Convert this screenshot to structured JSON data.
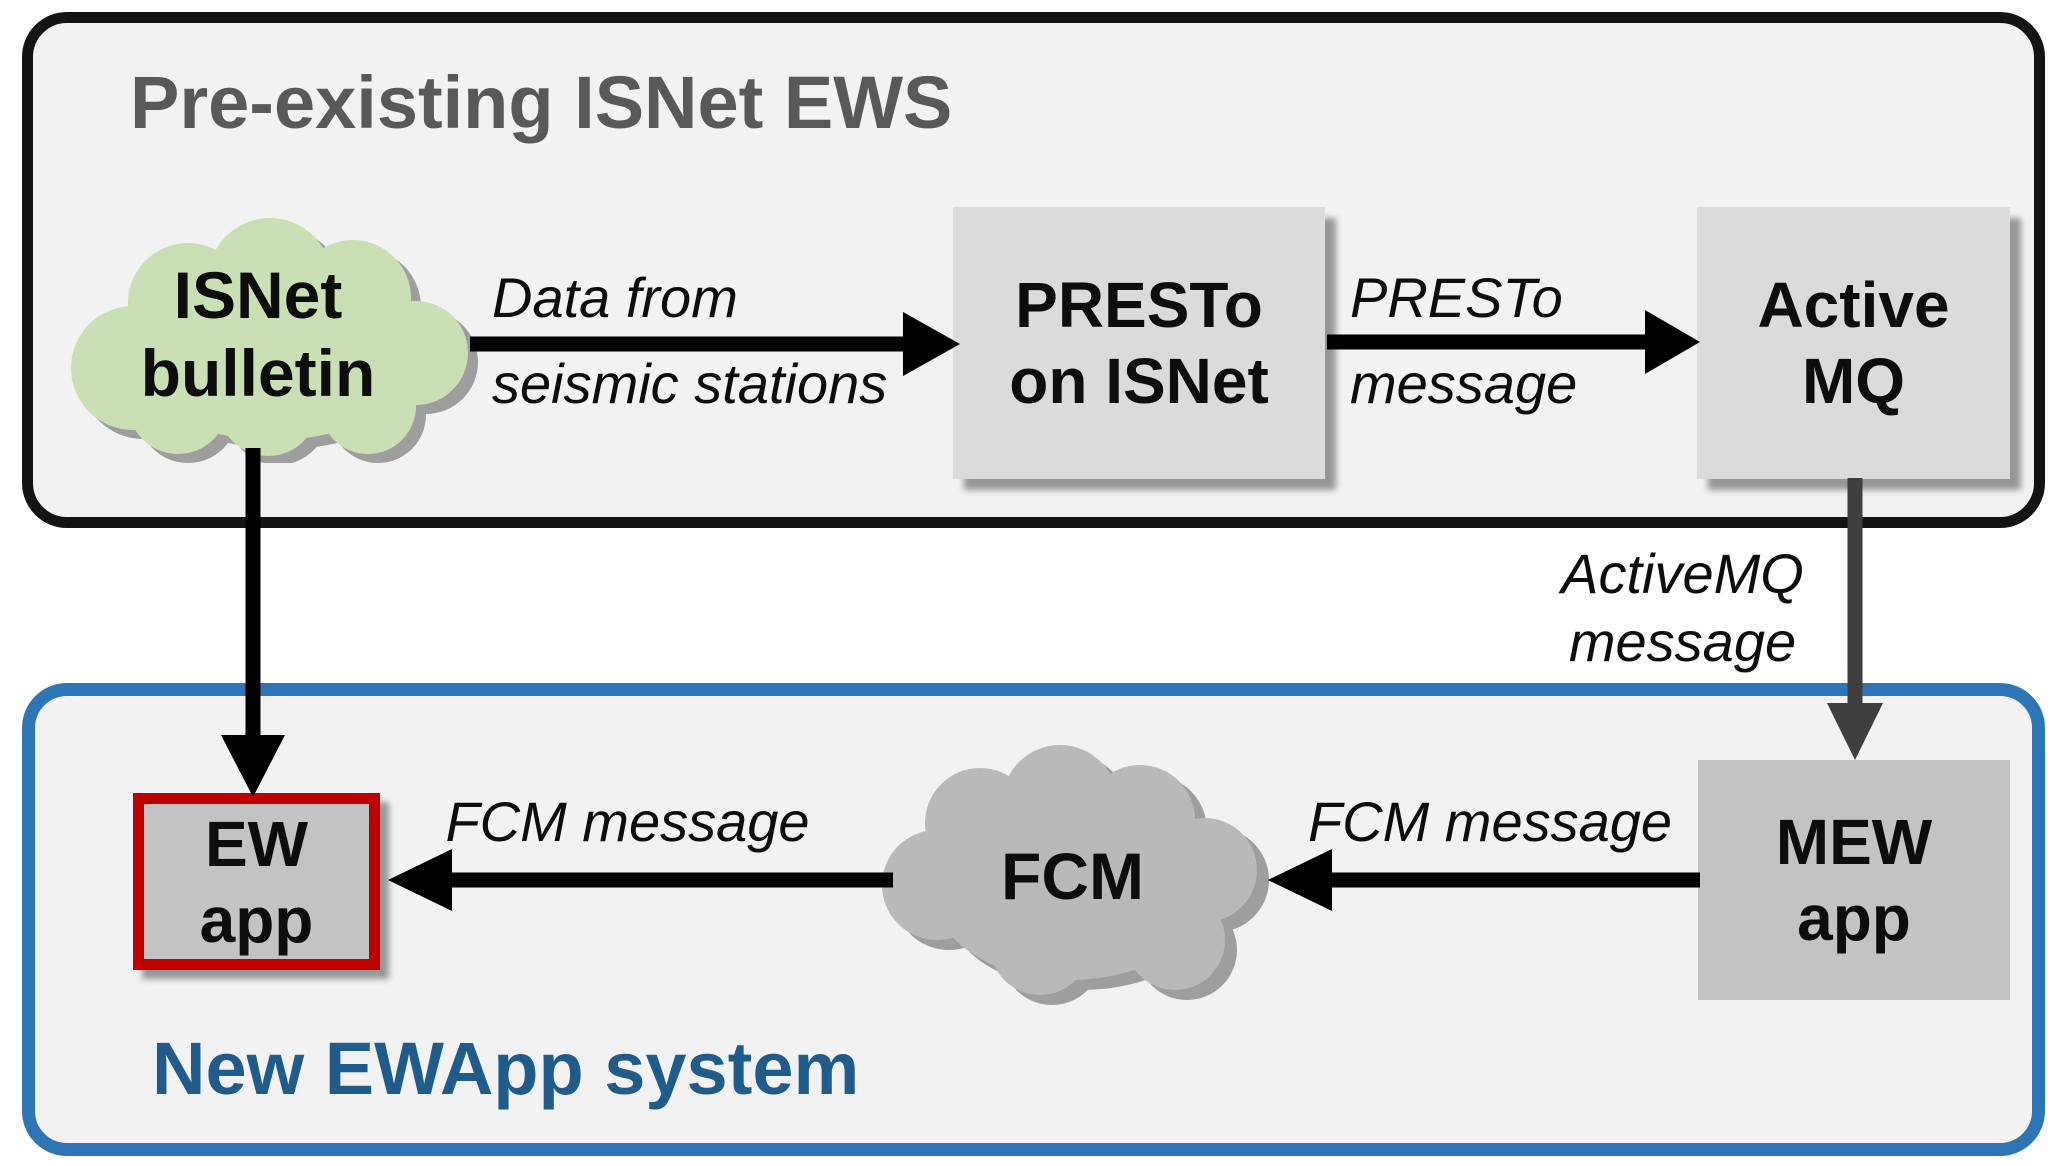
{
  "colors": {
    "page_bg": "#ffffff",
    "panel_bg": "#f2f2f2",
    "top_panel_border": "#141414",
    "bottom_panel_border": "#2e75b6",
    "top_title_color": "#595959",
    "bottom_title_color": "#1f5c8b",
    "node_gray_light": "#dbdbdb",
    "node_gray_mid": "#c3c3c3",
    "cloud_green": "#c8e0b4",
    "cloud_gray": "#b9b9b9",
    "cloud_shadow": "#9e9e9e",
    "ew_border_red": "#c00000",
    "arrow_black": "#000000",
    "arrow_dark_gray": "#3f3f3f",
    "label_text": "#0d0d0d"
  },
  "top_panel": {
    "title": "Pre-existing ISNet EWS",
    "nodes": {
      "isnet_bulletin": "ISNet\nbulletin",
      "presto": "PRESTo\non ISNet",
      "activemq": "Active\nMQ"
    }
  },
  "bottom_panel": {
    "title": "New EWApp system",
    "nodes": {
      "ew_app": "EW\napp",
      "fcm": "FCM",
      "mew_app": "MEW\napp"
    }
  },
  "edges": {
    "seismic_data_line1": "Data from",
    "seismic_data_line2": "seismic stations",
    "presto_message_line1": "PRESTo",
    "presto_message_line2": "message",
    "activemq_message": "ActiveMQ\nmessage",
    "fcm_message_to_ew": "FCM message",
    "fcm_message_to_fcm": "FCM message"
  }
}
